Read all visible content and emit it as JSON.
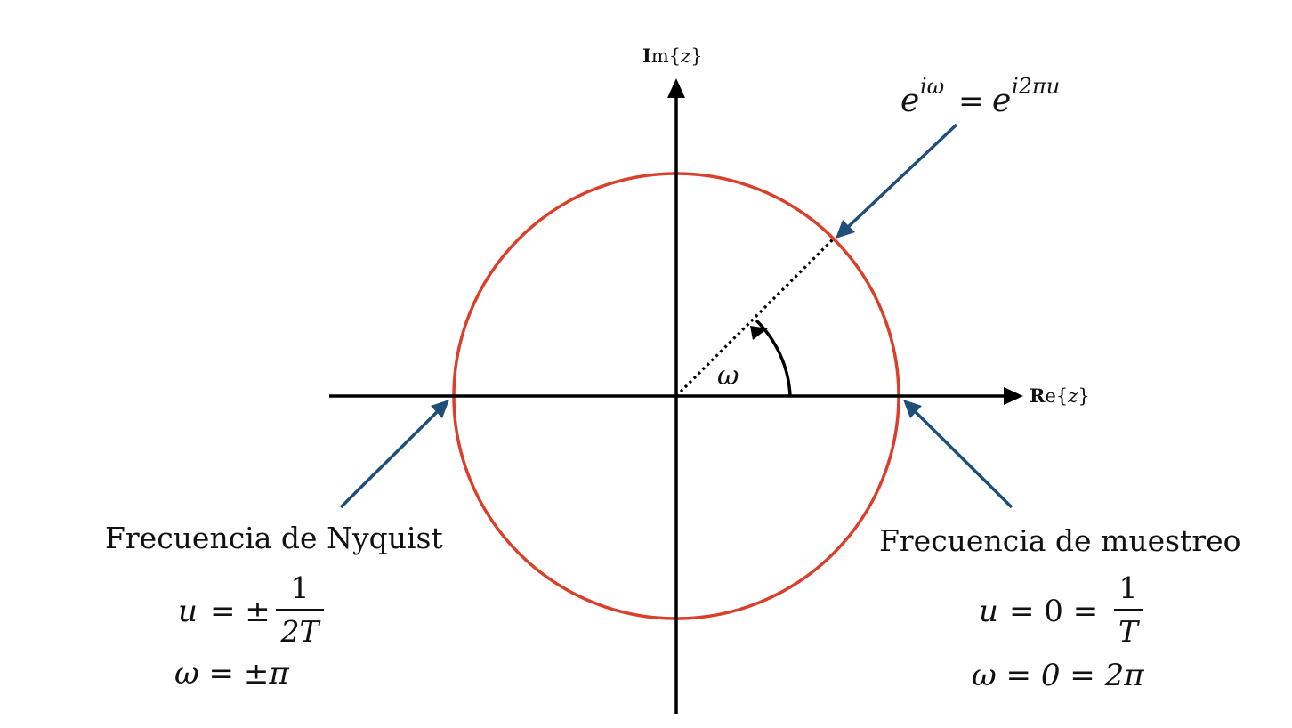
{
  "axes": {
    "imag_label_bb": "I",
    "imag_label_rest": "m{",
    "imag_label_var": "z",
    "imag_label_close": "}",
    "real_label_bb": "R",
    "real_label_rest": "e{",
    "real_label_var": "z",
    "real_label_close": "}"
  },
  "unit_circle_point": {
    "lhs_base": "e",
    "lhs_exp": "iω",
    "eq": "=",
    "rhs_base": "e",
    "rhs_exp": "i2πu"
  },
  "angle_label": "ω",
  "nyquist": {
    "title": "Frecuencia de Nyquist",
    "u_lhs": "u",
    "u_eq": "= ±",
    "u_num": "1",
    "u_den": "2T",
    "w_eq": "ω = ±π"
  },
  "sampling": {
    "title": "Frecuencia de muestreo",
    "u_lhs": "u",
    "u_eq": "= 0 =",
    "u_num": "1",
    "u_den": "T",
    "w_eq": "ω = 0 = 2π"
  },
  "colors": {
    "circle": "#d9402b",
    "pointer_arrows": "#1f4e79",
    "axes": "#000000"
  }
}
